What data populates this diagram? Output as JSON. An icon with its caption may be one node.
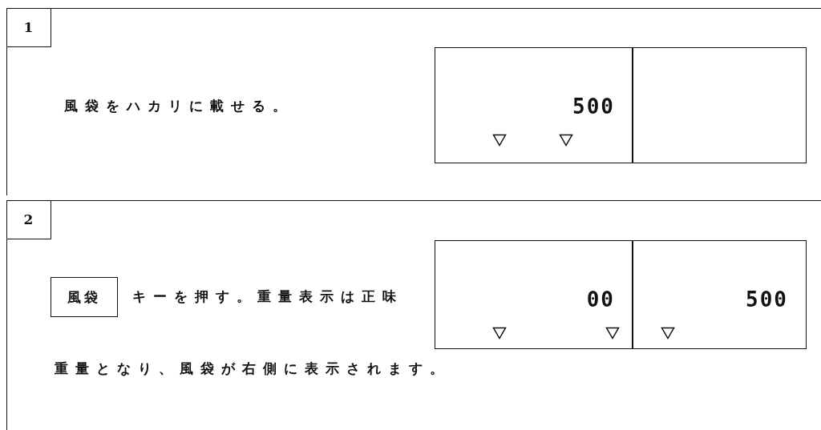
{
  "diagram": {
    "nodes": [
      {
        "text": [
          "1"
        ]
      },
      {
        "text": [
          "500"
        ]
      },
      {
        "text": [],
        "shape": "box"
      },
      {
        "text": [
          "2"
        ]
      },
      {
        "text": [
          "風袋"
        ]
      },
      {
        "text": [
          "00"
        ]
      },
      {
        "text": [
          "500"
        ]
      }
    ],
    "labels": [
      "風袋をハカリに載せる。",
      "キーを押す。重量表示は正味",
      "重量となり、風袋が右側に表示されます。"
    ]
  }
}
